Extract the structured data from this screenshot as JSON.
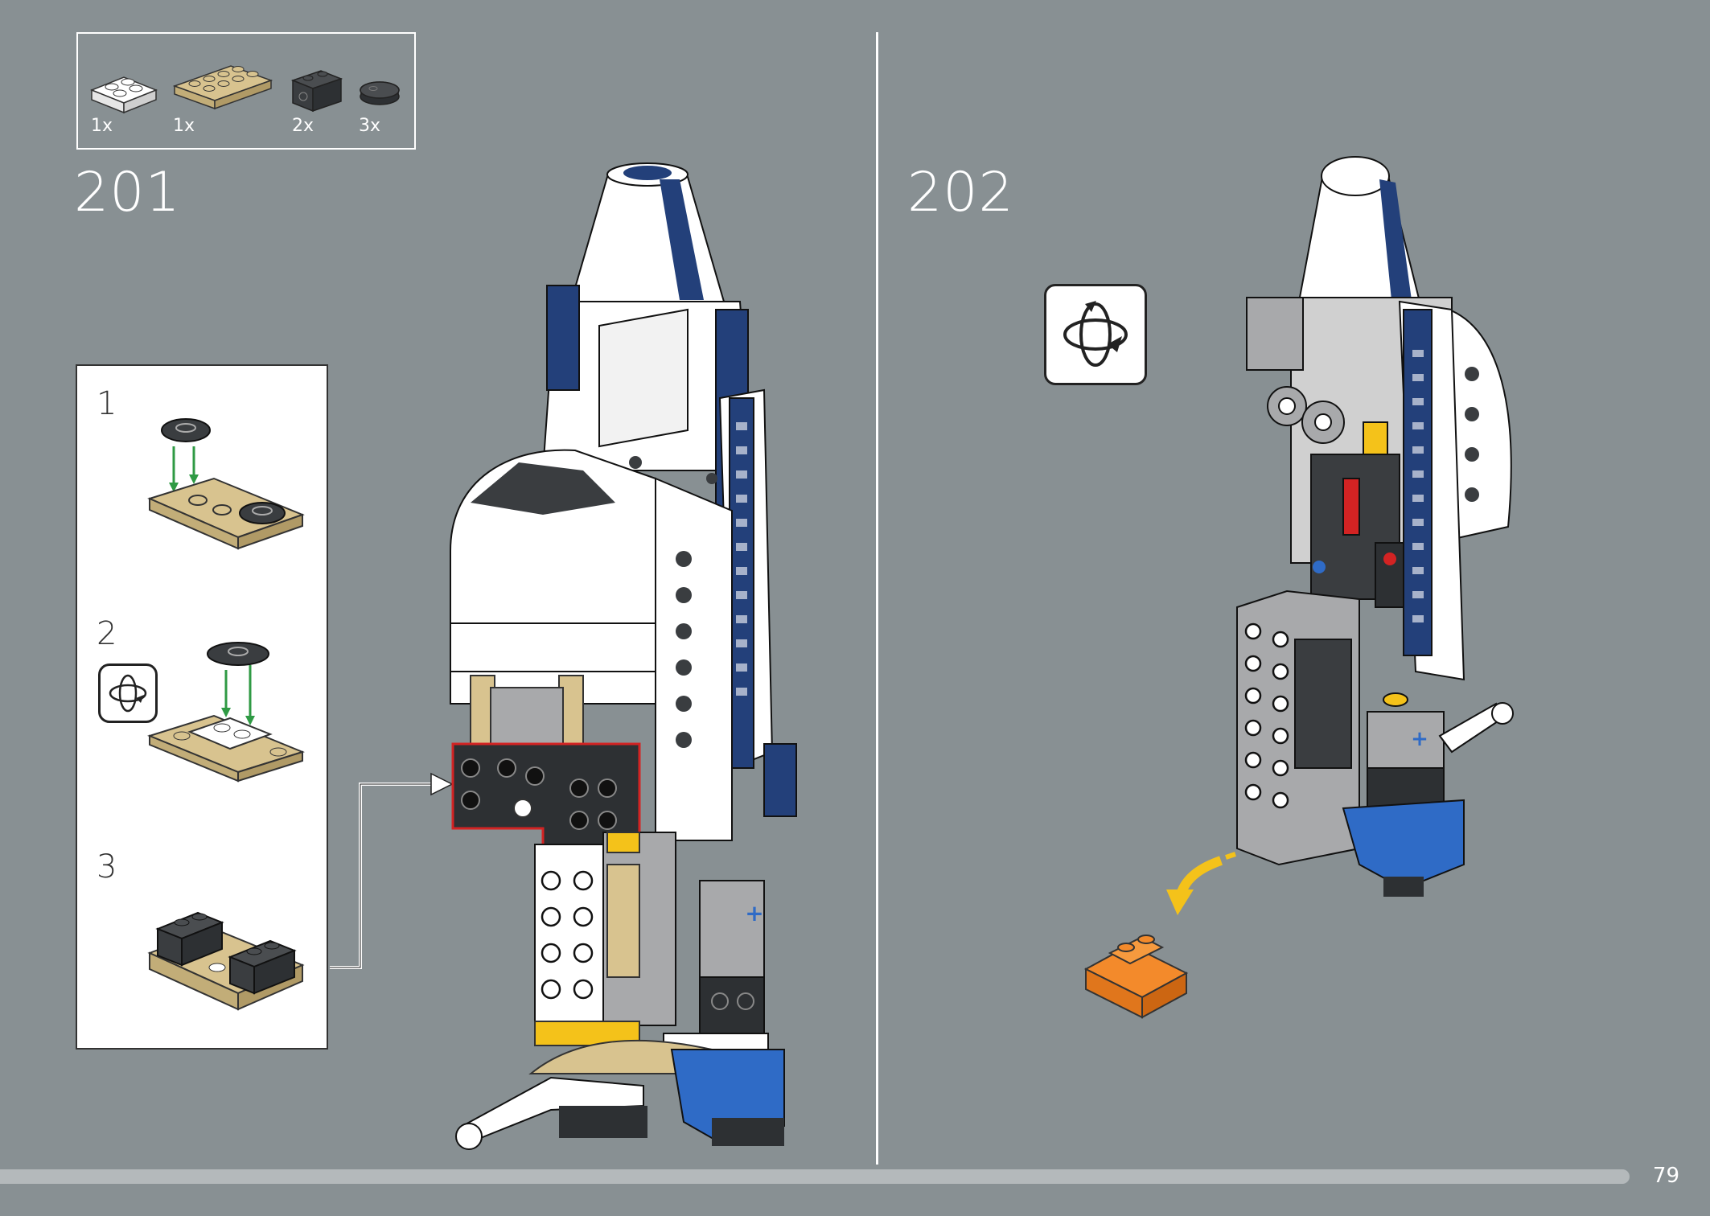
{
  "parts_list": [
    {
      "qty": "1x",
      "color": "white",
      "name": "white-plate-2x2-icon"
    },
    {
      "qty": "1x",
      "color": "tan",
      "name": "tan-plate-2x4-icon"
    },
    {
      "qty": "2x",
      "color": "dark-grey",
      "name": "dark-grey-brick-1x2-icon"
    },
    {
      "qty": "3x",
      "color": "dark-grey",
      "name": "dark-grey-plate-1x2-rounded-icon"
    }
  ],
  "steps": [
    {
      "number": "201"
    },
    {
      "number": "202"
    }
  ],
  "substeps": [
    {
      "number": "1"
    },
    {
      "number": "2"
    },
    {
      "number": "3"
    }
  ],
  "page_number": "79",
  "colors": {
    "background": "#889093",
    "white": "#ffffff",
    "navy": "#23407a",
    "tan": "#d8c38f",
    "dark_grey": "#3a3d40",
    "light_grey": "#a8a9ab",
    "arrow_green": "#2f9a44",
    "arrow_yellow": "#f4c21a",
    "orange": "#f38a2b",
    "blue": "#2f6bc6",
    "red": "#d32323"
  }
}
